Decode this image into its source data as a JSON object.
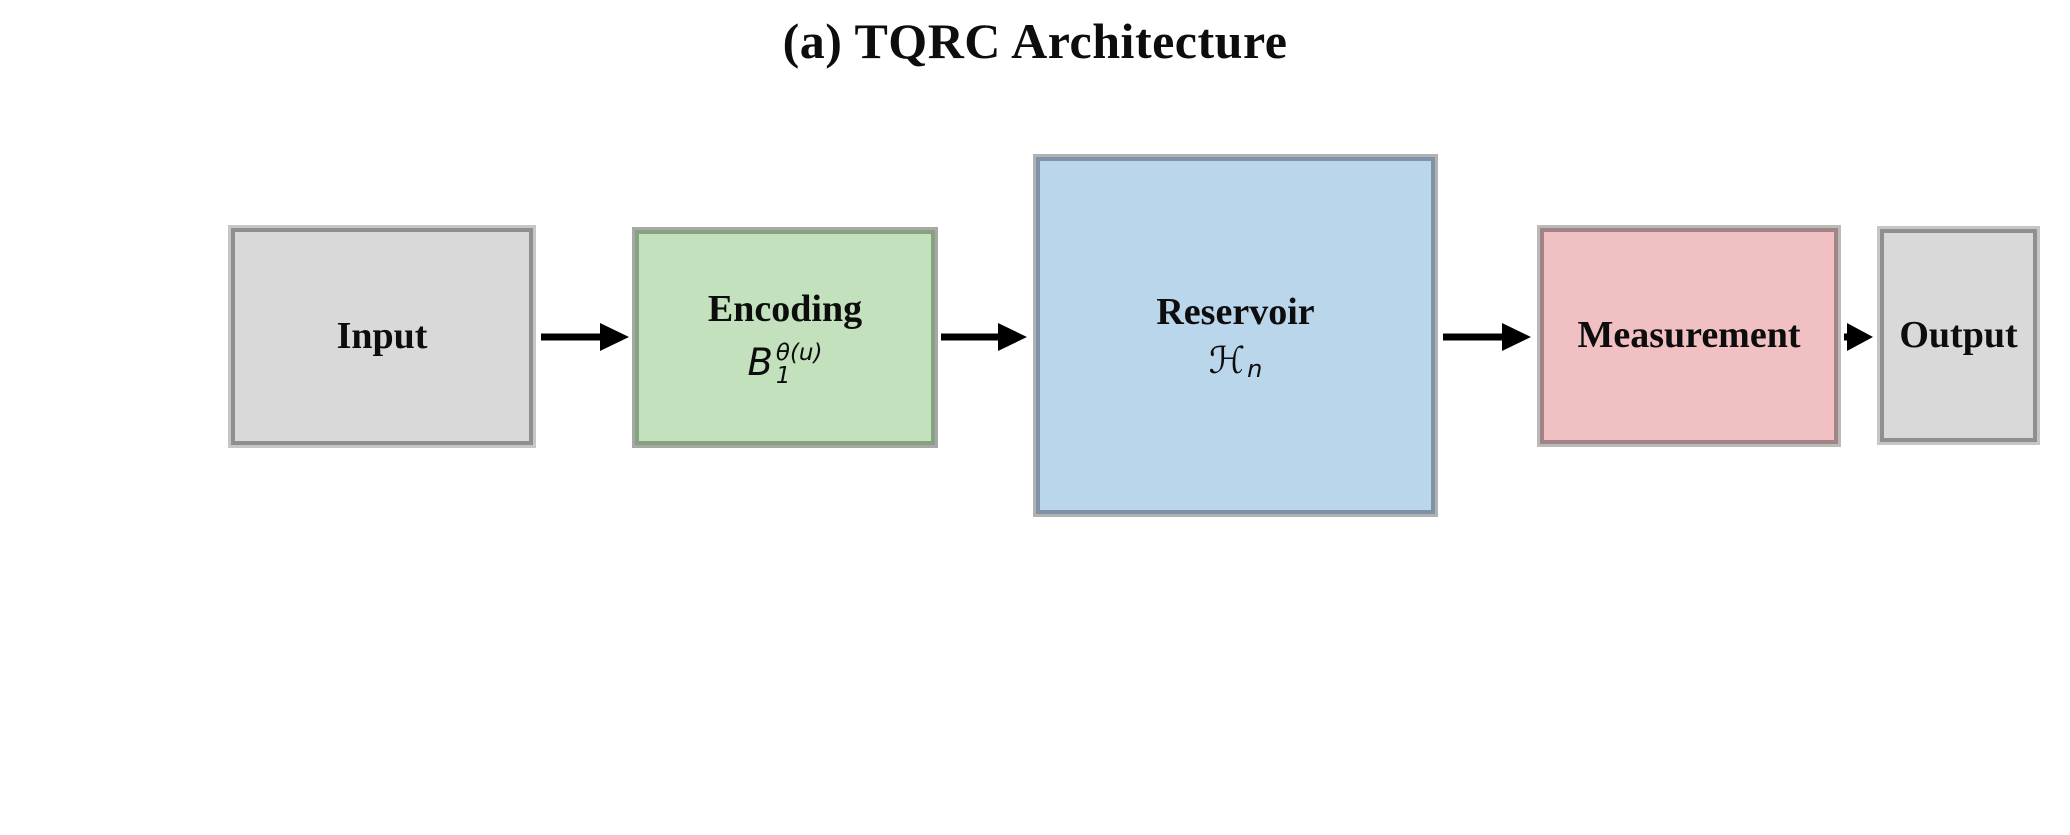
{
  "title": "(a) TQRC Architecture",
  "arrow_color": "#000000",
  "nodes": {
    "input": {
      "label": "Input",
      "fill": "#d9d9d9",
      "edge": "#8f8f8f",
      "outer": "#c6c6c6"
    },
    "encoding": {
      "label": "Encoding",
      "fill": "#c2e1bc",
      "edge": "#84a37e",
      "outer": "#a8a8a8",
      "formula": {
        "base": "B",
        "sup": "θ(u)",
        "sub": "1"
      }
    },
    "reservoir": {
      "label": "Reservoir",
      "fill": "#bad6eb",
      "edge": "#7e93a8",
      "outer": "#b2b2b2",
      "formula": {
        "base": "ℋ",
        "sub": "n"
      }
    },
    "measurement": {
      "label": "Measurement",
      "fill": "#f1c0c2",
      "edge": "#a28486",
      "outer": "#bababa"
    },
    "output": {
      "label": "Output",
      "fill": "#d9d9d9",
      "edge": "#8f8f8f",
      "outer": "#c6c6c6"
    }
  },
  "flows": [
    {
      "from": "Input",
      "to": "Encoding"
    },
    {
      "from": "Encoding",
      "to": "Reservoir"
    },
    {
      "from": "Reservoir",
      "to": "Measurement"
    },
    {
      "from": "Measurement",
      "to": "Output"
    }
  ]
}
